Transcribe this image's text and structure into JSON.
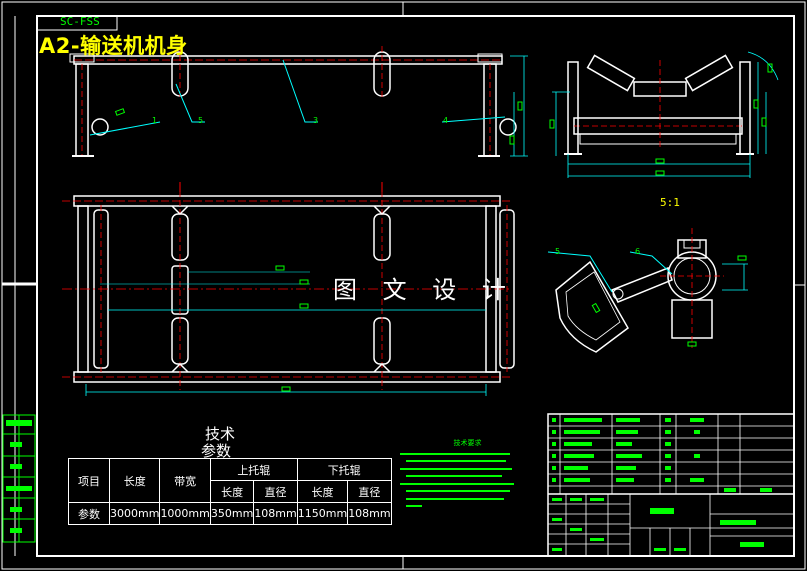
{
  "drawing": {
    "code": "SC-FSS",
    "title": "A2-输送机机身",
    "watermark": "图 文 设 计",
    "detail_scale": "5:1",
    "balloons": {
      "b1": "1",
      "b2": "5",
      "b3": "3",
      "b4": "4",
      "b5": "5",
      "b6": "6"
    }
  },
  "params_table": {
    "caption_line1": "技术",
    "caption_line2": "参数",
    "header_item": "项目",
    "header_length": "长度",
    "header_bandwidth": "带宽",
    "header_upper_idler": "上托辊",
    "header_lower_idler": "下托辊",
    "sub_length": "长度",
    "sub_diameter": "直径",
    "sub_length2": "长度",
    "sub_diameter2": "直径",
    "row_label": "参数",
    "length": "3000mm",
    "bandwidth": "1000mm",
    "upper_length": "350mm",
    "upper_diameter": "108mm",
    "lower_length": "1150mm",
    "lower_diameter": "108mm"
  },
  "tech_requirements": {
    "heading": "技术要求"
  },
  "colors": {
    "background": "#000000",
    "frame": "#ffffff",
    "dimension": "#00ffff",
    "centerline": "#ff0000",
    "annotation": "#00ff00",
    "title": "#ffff00"
  }
}
